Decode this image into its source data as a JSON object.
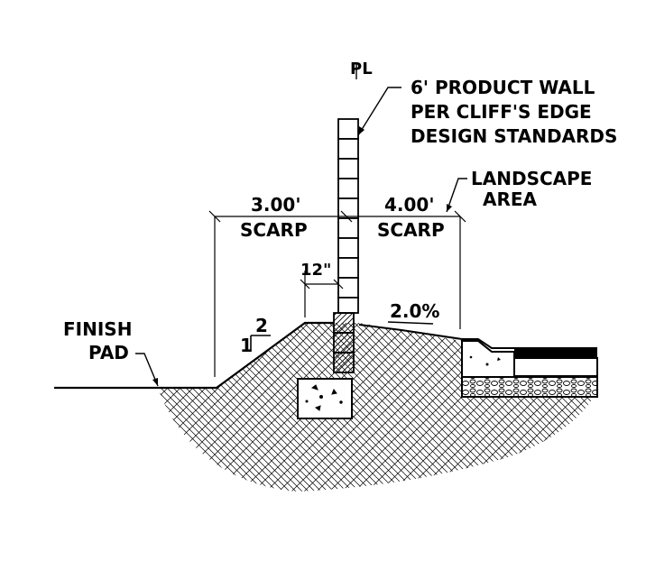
{
  "drawing": {
    "property_line": "PL",
    "wall_callout": [
      "6' PRODUCT WALL",
      "PER CLIFF'S EDGE",
      "DESIGN STANDARDS"
    ],
    "landscape_callout": [
      "LANDSCAPE",
      "AREA"
    ],
    "scarp_left": {
      "distance": "3.00'",
      "label": "SCARP"
    },
    "scarp_right": {
      "distance": "4.00'",
      "label": "SCARP"
    },
    "offset": "12\"",
    "slope_grade": "2.0%",
    "slope_ratio": {
      "rise": "1",
      "run": "2"
    },
    "finish_pad": [
      "FINISH",
      "PAD"
    ]
  }
}
